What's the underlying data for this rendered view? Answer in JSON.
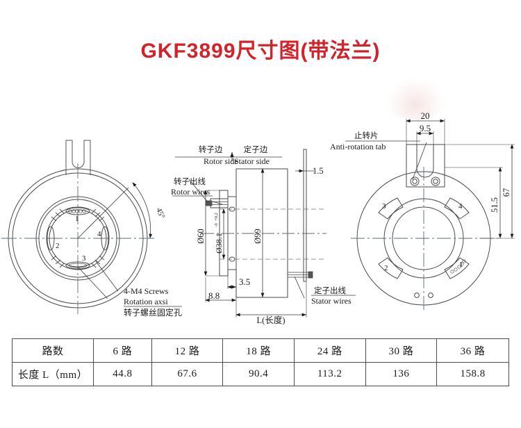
{
  "title": "GKF3899尺寸图(带法兰)",
  "title_color": "#d3222a",
  "drawing": {
    "left_view": {
      "name": "rotor-side-face-view",
      "callouts": {
        "angle": "45°",
        "screws_en1": "4-M4 Screws",
        "screws_en2": "Rotation axsi",
        "screws_cn": "转子螺丝固定孔"
      },
      "position_numbers": [
        "1",
        "2",
        "3",
        "4"
      ]
    },
    "center_view": {
      "name": "section-side-view",
      "side_labels": {
        "rotor_cn": "转子边",
        "rotor_en": "Rotor side",
        "stator_cn": "定子边",
        "stator_en": "Stator side"
      },
      "wire_labels": {
        "rotor_cn": "转子出线",
        "rotor_en": "Rotor wires",
        "stator_cn": "定子出线",
        "stator_en": "Stator wires"
      },
      "dimensions": {
        "outer_dia": "Ø99",
        "flange_dia": "Ø60",
        "bore_dia": "Ø38.1",
        "bore_tol_upper": "+0.2",
        "bore_tol_lower": "-0",
        "plate_thickness": "1.5",
        "step": "3.5",
        "rotor_len": "8.8",
        "length": "L(长度)"
      }
    },
    "right_view": {
      "name": "stator-side-face-view",
      "callouts": {
        "tab_cn": "止转片",
        "tab_en": "Anti-rotation tab"
      },
      "dimensions": {
        "tab_width": "20",
        "slot_width": "9.5",
        "radius_to_center": "51.5",
        "overall_height": "67"
      },
      "position_numbers": [
        "1",
        "2",
        "3",
        "4"
      ]
    }
  },
  "table": {
    "rows": [
      {
        "header": "路数",
        "cells": [
          "6 路",
          "12 路",
          "18 路",
          "24 路",
          "30 路",
          "36 路"
        ]
      },
      {
        "header": "长度 L（mm）",
        "cells": [
          "44.8",
          "67.6",
          "90.4",
          "113.2",
          "136",
          "158.8"
        ]
      }
    ]
  }
}
